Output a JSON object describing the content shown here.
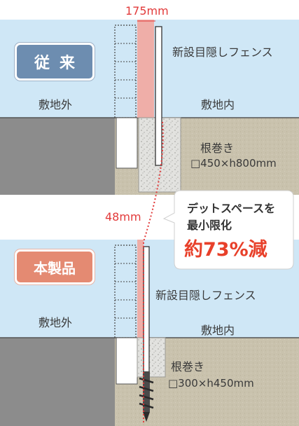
{
  "top": {
    "dimension": "175mm",
    "badge": "従来",
    "fence_label": "新設目隠しフェンス",
    "outside_label": "敷地外",
    "inside_label": "敷地内",
    "footing_label": "根巻き",
    "footing_size": "□450×h800mm"
  },
  "callout": {
    "line1": "デットスペースを",
    "line2": "最小限化",
    "highlight": "約73%減"
  },
  "bottom": {
    "dimension": "48mm",
    "badge": "本製品",
    "fence_label": "新設目隠しフェンス",
    "outside_label": "敷地外",
    "inside_label": "敷地内",
    "footing_label": "根巻き",
    "footing_size": "□300×h450mm"
  },
  "colors": {
    "sky": "#cfe7f6",
    "ground_outside": "#8c8c8c",
    "ground_inside": "#c9c2ad",
    "dead_space": "#f2a7a0",
    "accent_red": "#e23a3a"
  }
}
